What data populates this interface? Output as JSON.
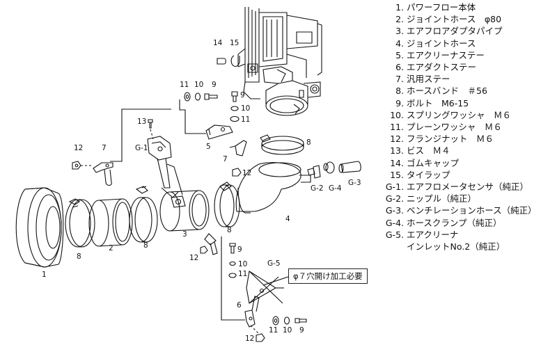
{
  "callouts": {
    "c1": "1",
    "c2": "2",
    "c3": "3",
    "c4": "4",
    "c5": "5",
    "c6": "6",
    "c7a": "7",
    "c7b": "7",
    "c8a": "8",
    "c8b": "8",
    "c8c": "8",
    "c8d": "8",
    "c9a": "9",
    "c9b": "9",
    "c9c": "9",
    "c9d": "9",
    "c10a": "10",
    "c10b": "10",
    "c10c": "10",
    "c10d": "10",
    "c11a": "11",
    "c11b": "11",
    "c11c": "11",
    "c11d": "11",
    "c12a": "12",
    "c12b": "12",
    "c12c": "12",
    "c12d": "12",
    "c13": "13",
    "c14": "14",
    "c15": "15",
    "g1": "G-1",
    "g2": "G-2",
    "g3": "G-3",
    "g4": "G-4",
    "g5": "G-5"
  },
  "note": "φ７穴開け加工必要",
  "legend": [
    {
      "num": "1.",
      "text": "パワーフロー本体"
    },
    {
      "num": "2.",
      "text": "ジョイントホース　φ80"
    },
    {
      "num": "3.",
      "text": "エアフロアダプタパイプ"
    },
    {
      "num": "4.",
      "text": "ジョイントホース"
    },
    {
      "num": "5.",
      "text": "エアクリーナステー"
    },
    {
      "num": "6.",
      "text": "エアダクトステー"
    },
    {
      "num": "7.",
      "text": "汎用ステー"
    },
    {
      "num": "8.",
      "text": "ホースバンド　＃56"
    },
    {
      "num": "9.",
      "text": "ボルト　M6-15"
    },
    {
      "num": "10.",
      "text": "スプリングワッシャ　Ｍ６"
    },
    {
      "num": "11.",
      "text": "プレーンワッシャ　Ｍ６"
    },
    {
      "num": "12.",
      "text": "フランジナット　Ｍ６"
    },
    {
      "num": "13.",
      "text": "ビス　Ｍ４"
    },
    {
      "num": "14.",
      "text": "ゴムキャップ"
    },
    {
      "num": "15.",
      "text": "タイラップ"
    },
    {
      "num": "G-1.",
      "text": "エアフロメータセンサ（純正）"
    },
    {
      "num": "G-2.",
      "text": "ニップル（純正）"
    },
    {
      "num": "G-3.",
      "text": "ベンチレーションホース（純正）"
    },
    {
      "num": "G-4.",
      "text": "ホースクランプ（純正）"
    },
    {
      "num": "G-5.",
      "text": "エアクリーナ"
    }
  ],
  "legend_continuation": "インレットNo.2（純正）"
}
